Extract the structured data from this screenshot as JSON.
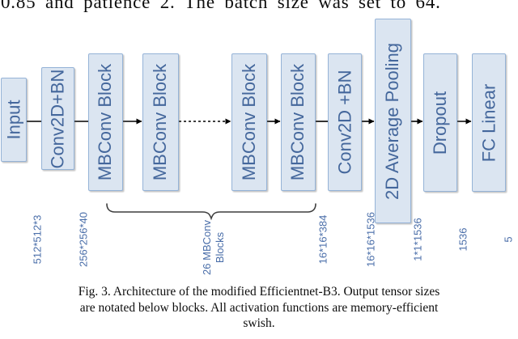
{
  "document": {
    "top_text": "0.85 and patience 2. The batch size was set to 64.",
    "caption_lines": [
      "Fig. 3. Architecture of the modified Efficientnet-B3. Output tensor sizes",
      "are notated below blocks. All activation functions are memory-efficient",
      "swish."
    ]
  },
  "diagram": {
    "type": "architecture-flow",
    "blocks": [
      {
        "label": "Input"
      },
      {
        "label": "Conv2D+BN"
      },
      {
        "label": "MBConv Block"
      },
      {
        "label": "MBConv Block"
      },
      {
        "label": "MBConv Block"
      },
      {
        "label": "MBConv Block"
      },
      {
        "label": "Conv2D +BN"
      },
      {
        "label": "2D Average Pooling"
      },
      {
        "label": "Dropout"
      },
      {
        "label": "FC Linear"
      }
    ],
    "tensor_labels": [
      "512*512*3",
      "256*256*40",
      "16*16*384",
      "16*16*1536",
      "1*1*1536",
      "1536",
      "5"
    ],
    "brace_label": [
      "26 MBConv",
      "Blocks"
    ],
    "colors": {
      "block_fill": "#dbe5f1",
      "block_border": "#95b3d7",
      "block_text": "#44679c",
      "annotation_text": "#4a6ea9",
      "connector": "#000000",
      "brace": "#3f3f3f"
    }
  }
}
